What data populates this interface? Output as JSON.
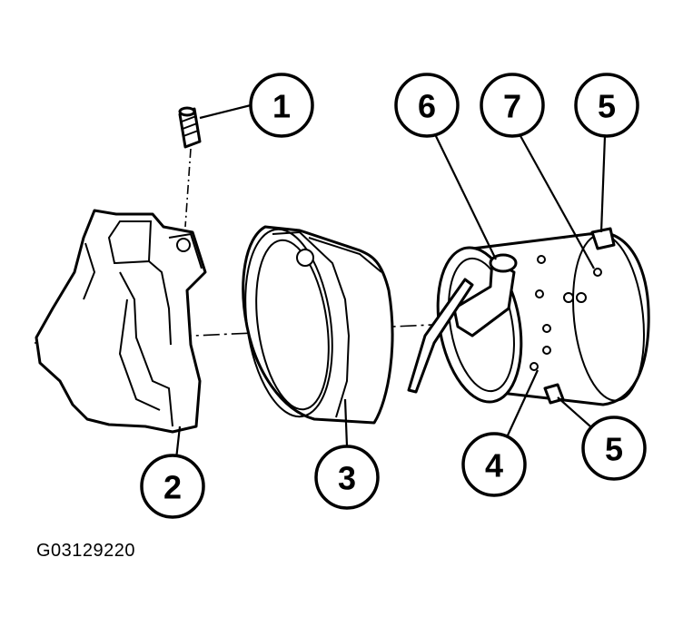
{
  "figure_id": "G03129220",
  "callouts": [
    {
      "id": "callout-1",
      "label": "1"
    },
    {
      "id": "callout-2",
      "label": "2"
    },
    {
      "id": "callout-3",
      "label": "3"
    },
    {
      "id": "callout-4",
      "label": "4"
    },
    {
      "id": "callout-5-top",
      "label": "5"
    },
    {
      "id": "callout-5-bottom",
      "label": "5"
    },
    {
      "id": "callout-6",
      "label": "6"
    },
    {
      "id": "callout-7",
      "label": "7"
    }
  ],
  "colors": {
    "ink": "#000000",
    "paper": "#ffffff"
  }
}
